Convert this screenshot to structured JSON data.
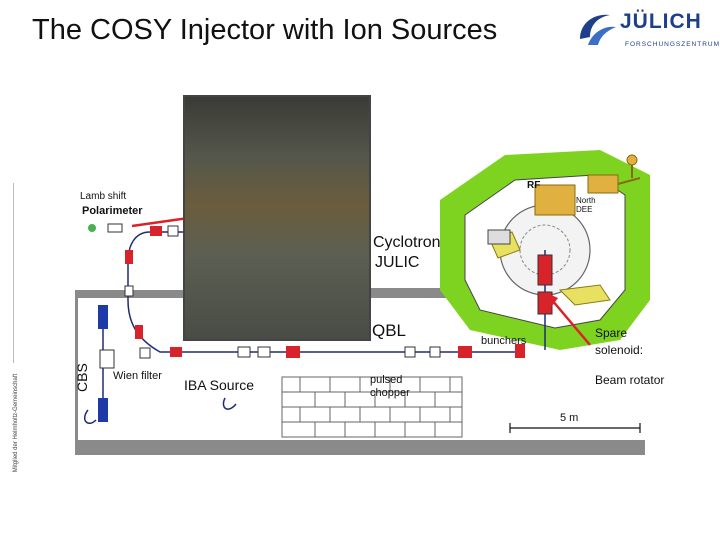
{
  "slide": {
    "title": "The COSY Injector with Ion Sources",
    "side_text": "Mitglied der Helmholtz-Gemeinschaft"
  },
  "logo": {
    "name": "JÜLICH",
    "subtitle": "FORSCHUNGSZENTRUM"
  },
  "labels": {
    "lamb_shift": "Lamb shift",
    "polarimeter": "Polarimeter",
    "cyclotron": "Cyclotron",
    "julic": "JULIC",
    "rf": "RF",
    "north_dee": "North DEE",
    "qbl": "QBL",
    "bunchers": "bunchers",
    "spare_solenoid": "Spare solenoid:",
    "beam_rotator": "Beam rotator",
    "cbs": "CBS",
    "wien_filter": "Wien filter",
    "iba_source": "IBA Source",
    "pulsed_chopper": "pulsed chopper",
    "scale_bar": "5 m"
  },
  "colors": {
    "wall": "#8a8a8a",
    "beamline": "#1e2a78",
    "magnet_red": "#d8232a",
    "cyclotron_green": "#7ed321",
    "arrow_red": "#d8232a",
    "logo_blue": "#1e3f8a"
  }
}
